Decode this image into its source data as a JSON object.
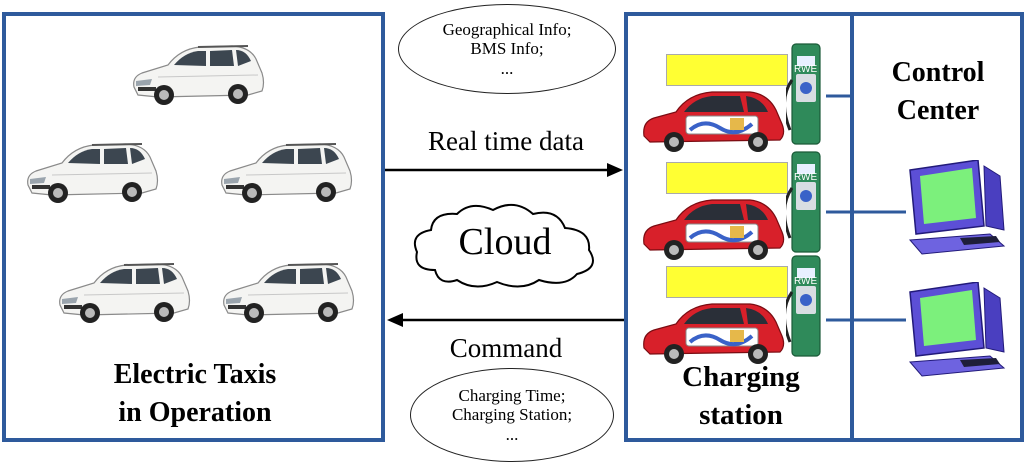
{
  "left_box": {
    "title_line1": "Electric Taxis",
    "title_line2": "in Operation"
  },
  "center": {
    "info_ellipse_top": [
      "Geographical Info;",
      "BMS Info;",
      "..."
    ],
    "realtime_label": "Real time data",
    "cloud_label": "Cloud",
    "command_label": "Command",
    "info_ellipse_bottom": [
      "Charging Time;",
      "Charging Station;",
      "..."
    ]
  },
  "right_box": {
    "station_line1": "Charging",
    "station_line2": "station",
    "control_line1": "Control",
    "control_line2": "Center",
    "charger_brand": "RWE"
  },
  "colors": {
    "border": "#2e5a9c",
    "charger_green": "#2f8a5a",
    "ev_red": "#d8202a",
    "monitor_screen": "#7cf07c",
    "monitor_body": "#5c4fd6",
    "sign_yellow": "#ffff33"
  }
}
